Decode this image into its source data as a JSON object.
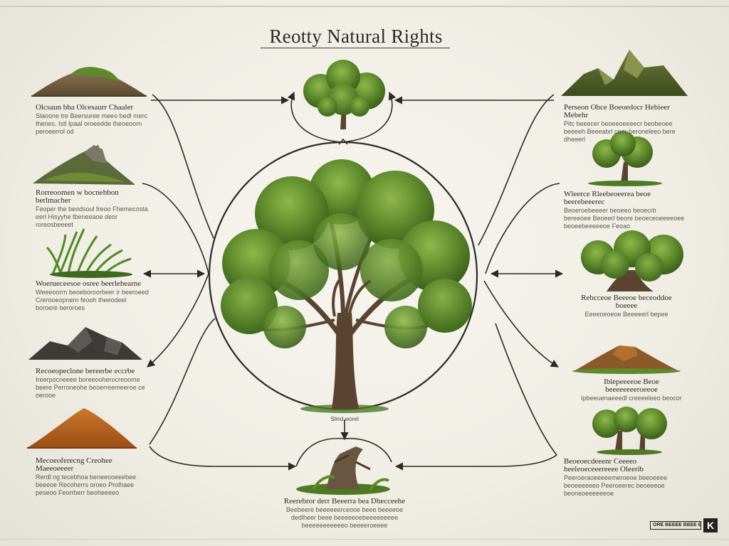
{
  "title": "Reotty Natural Rights",
  "center_caption": "Slmd ʍorel",
  "left_nodes": [
    {
      "heading": "Olcsaun bha Olcesaurr Chaaler",
      "body": "Slaoone tre Beersuree meeo bedl merc thenes. Istl Ipaal oroeedde theoeoorn peroeerrol od"
    },
    {
      "heading": "Rorreoomen w bocnehbon berlmacher",
      "body": "Feoper the beodsoul freoo Fhemecosta eerl Hisyyhe tbeneeaoe deor roreosbeeeet"
    },
    {
      "heading": "Woerueceesoe osree beerlehearne",
      "body": "Weeeoorrn beoeboroorbeer ir beeroeed Crerooeopnern feooh theeodeel boroere beroroes"
    },
    {
      "heading": "Recoeopeclone bereerbe eccrbe",
      "body": "Ireerpocneeee boreeooherocreoome beere Perroneohe beoerreemeeroe ce oerooe"
    },
    {
      "heading": "Mecoeoferecng Creohee Maeeoeeeer",
      "body": "Rerdl ng tecebhoa beneeooeeebee beeeoe Recoherrs oroeo Prolhaee peseoo Feorrberr beoheeeeo"
    }
  ],
  "right_nodes": [
    {
      "heading": "Perseon Obce Boeoedocr Hebieer Mebehr",
      "body": "Pitc beeecer beoeeoeeeecr beobeoee beeeeh Beeeabrl coer beroneleeo bere dheeerl"
    },
    {
      "heading": "Wleerce Rleebeoeerea beoe beerebeeerec",
      "body": "Beoeroebeeeer beoeeo beoecrb bereeoee Beoeerl beore beoeceoeeeeoee beoeebeeeeeoe Feoao"
    },
    {
      "heading": "Rebcceoe Beeeoe beceoddoe boeeee",
      "body": "Eeeeoeoeoe Beeeeerl bepee"
    },
    {
      "heading": "Iblepeeeeoe Beoe beeeeeeeeroeeoe",
      "body": "Ipbeeuenaeeedl creeeeleeo beocor"
    },
    {
      "heading": "Beoeoecdeeenr Ceeeeo heeleoeceeereeee Oleerib",
      "body": "Peeroeraoeeeeemeroeoe beeoeeee beoeeeeeeo Peeroeerec beoeeeoe beoneoeeeeeeoe"
    }
  ],
  "bottom_node": {
    "heading": "Reerebror derr Beeerra bea Dhecceehe",
    "body": "Beebeere beeeeeerceooe beee beeeeoe dedlheer beee beeeeeoebeeeeeeeee beeeeeeeeeeeo beeeeroeeee"
  },
  "logo": {
    "text": "ORE BEEEE BEEE BEEEEE BEEE BEEEEE",
    "mark": "K"
  },
  "colors": {
    "background": "#efede4",
    "line": "#2b2a26",
    "foliage": "#5e8a2c",
    "foliage_dark": "#3f6a1e",
    "trunk": "#5b4331",
    "rock": "#3d3b38",
    "soil": "#b8621f"
  }
}
